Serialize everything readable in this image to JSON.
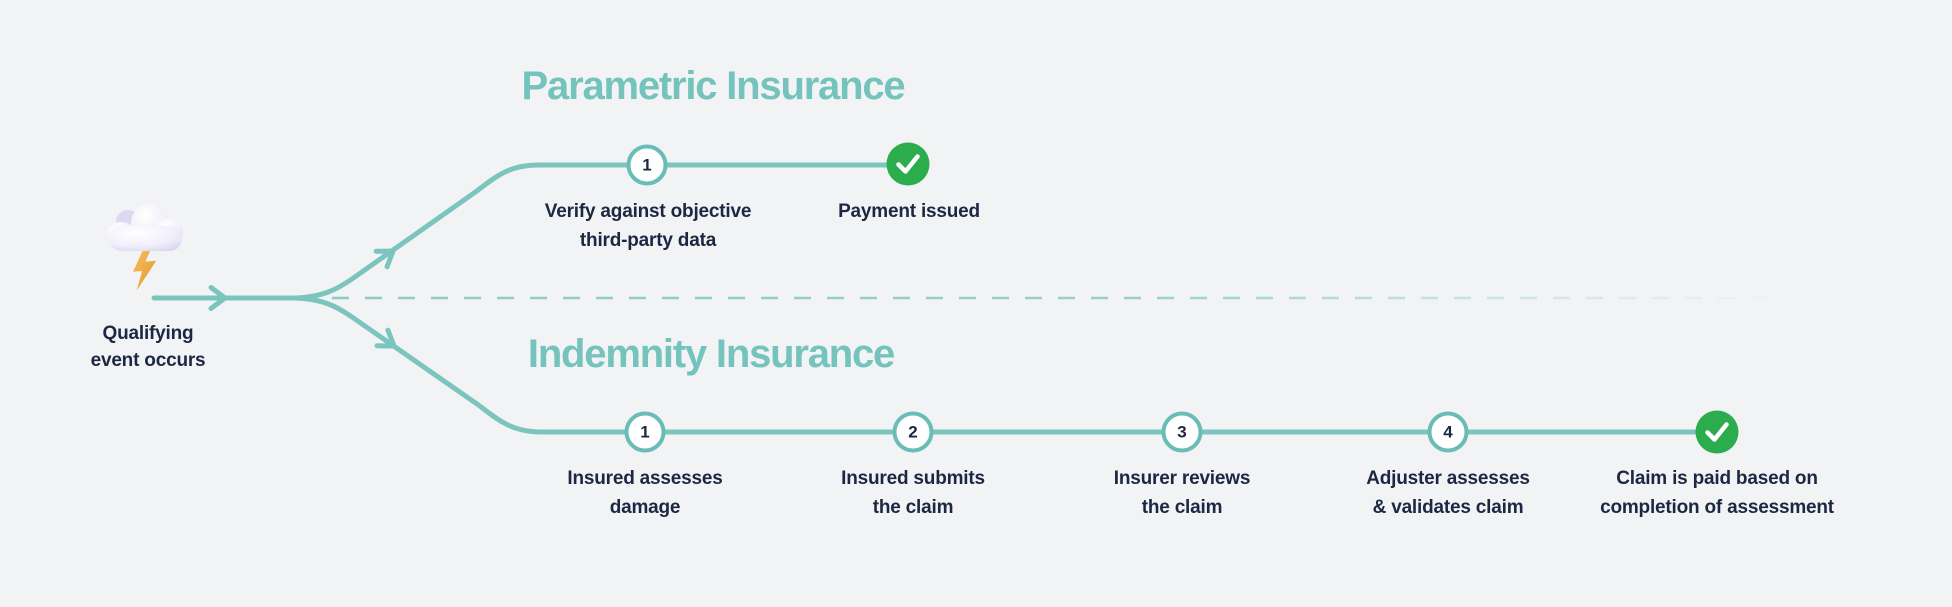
{
  "palette": {
    "background": "#f2f3f5",
    "line_teal": "#7cc4be",
    "circle_border_teal": "#6abdb6",
    "title_teal": "#74c3bc",
    "text_navy": "#1d2742",
    "success_green": "#2cad4d",
    "check_white": "#ffffff"
  },
  "event": {
    "icon": "storm-cloud-lightning-icon",
    "lines": [
      "Qualifying",
      "event occurs"
    ]
  },
  "branches": [
    {
      "title": "Parametric Insurance",
      "steps": [
        {
          "kind": "number",
          "number": "1",
          "lines": [
            "Verify against objective",
            "third-party data"
          ]
        },
        {
          "kind": "check",
          "lines": [
            "Payment issued"
          ]
        }
      ]
    },
    {
      "title": "Indemnity Insurance",
      "steps": [
        {
          "kind": "number",
          "number": "1",
          "lines": [
            "Insured assesses",
            "damage"
          ]
        },
        {
          "kind": "number",
          "number": "2",
          "lines": [
            "Insured submits",
            "the claim"
          ]
        },
        {
          "kind": "number",
          "number": "3",
          "lines": [
            "Insurer reviews",
            "the claim"
          ]
        },
        {
          "kind": "number",
          "number": "4",
          "lines": [
            "Adjuster assesses",
            "& validates claim"
          ]
        },
        {
          "kind": "check",
          "lines": [
            "Claim is paid based on",
            "completion of assessment"
          ]
        }
      ]
    }
  ]
}
